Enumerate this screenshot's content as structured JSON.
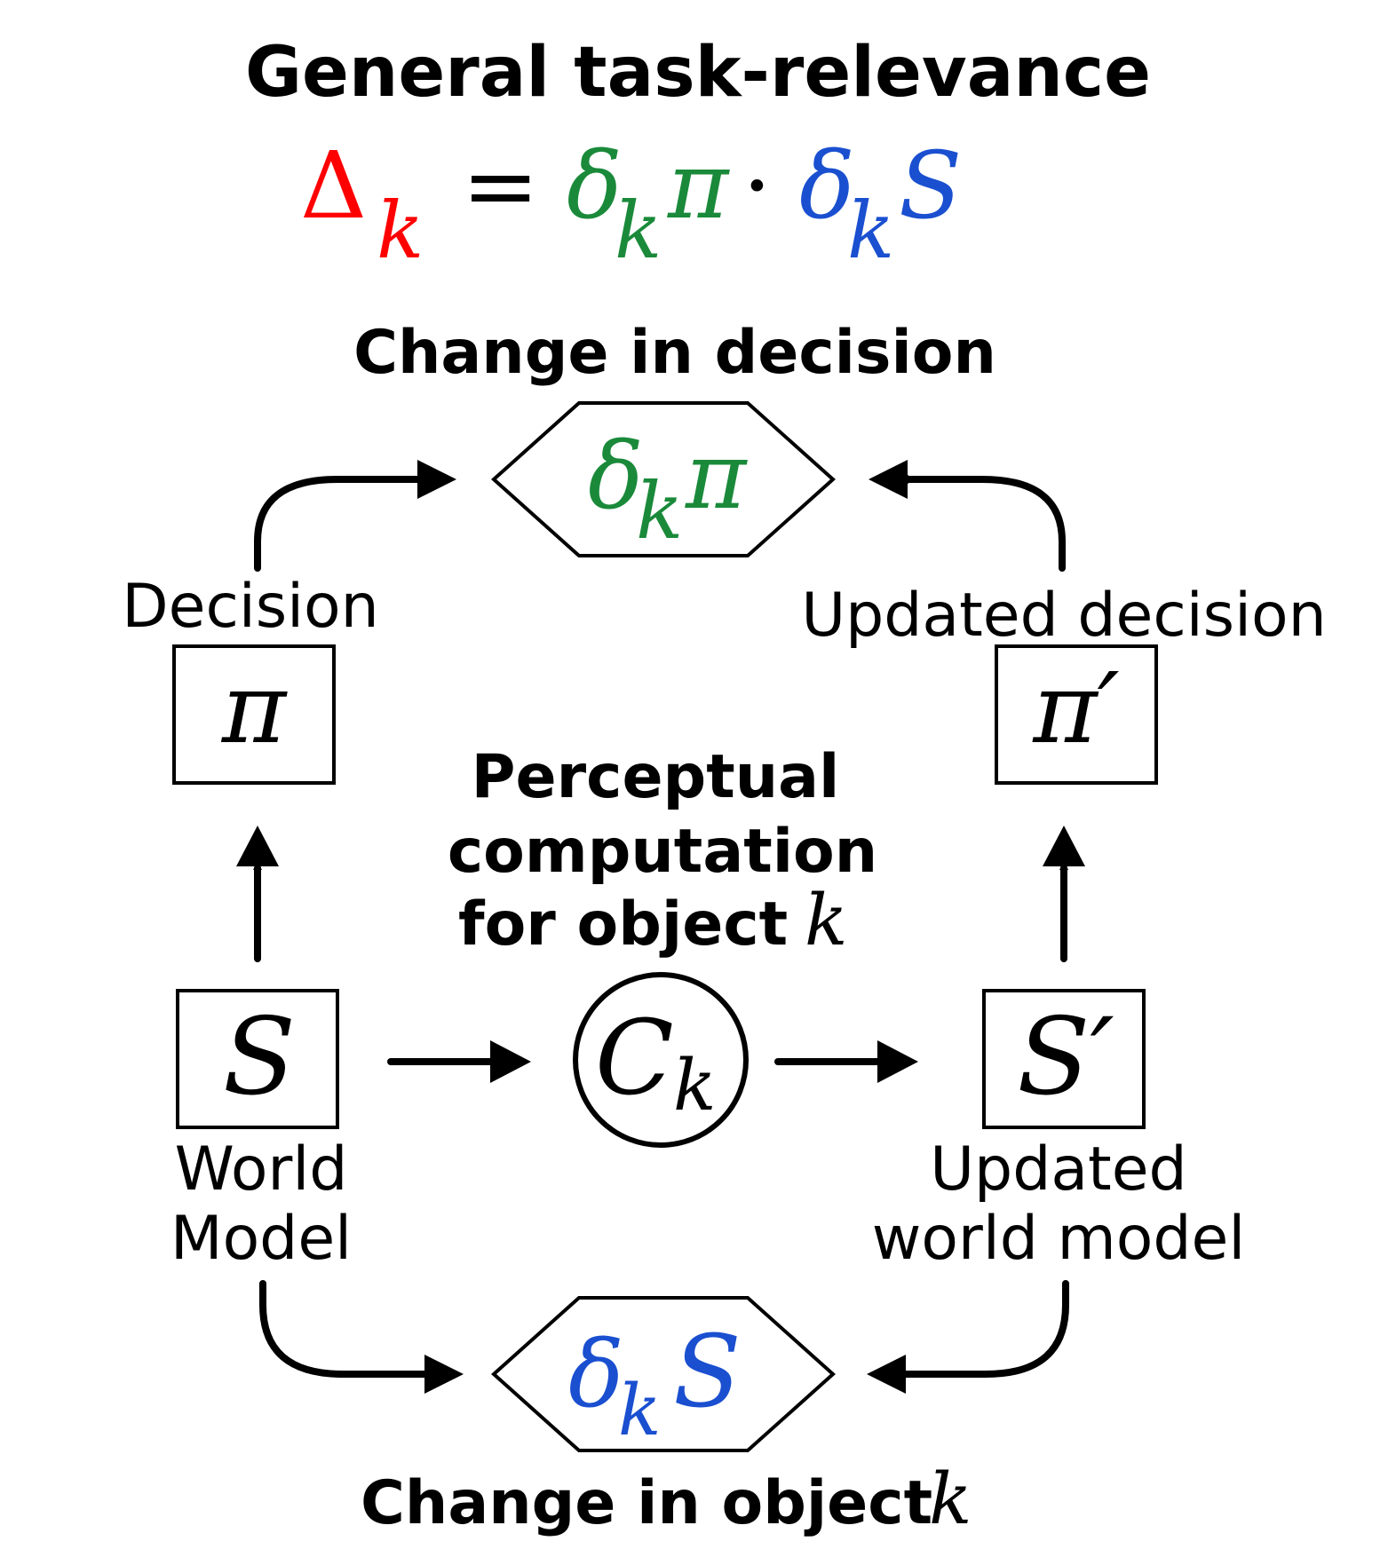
{
  "title": "General task-relevance",
  "formula": {
    "lhs_symbol": "Δ",
    "lhs_sub": "k",
    "equals": "=",
    "term1_symbol": "δ",
    "term1_sub": "k",
    "term1_var": "π",
    "dot": "·",
    "term2_symbol": "δ",
    "term2_sub": "k",
    "term2_var": "S"
  },
  "top": {
    "caption": "Change in decision",
    "hex_symbol": "δ",
    "hex_sub": "k",
    "hex_var": "π"
  },
  "decision": {
    "label": "Decision",
    "symbol": "π"
  },
  "updated_decision": {
    "label": "Updated decision",
    "symbol": "π′"
  },
  "center": {
    "line1": "Perceptual",
    "line2": "computation",
    "line3_text": "for object ",
    "line3_var": "k",
    "node_symbol": "C",
    "node_sub": "k"
  },
  "world_model": {
    "symbol": "S",
    "label_line1": "World",
    "label_line2": "Model"
  },
  "updated_world_model": {
    "symbol": "S′",
    "label_line1": "Updated",
    "label_line2": "world model"
  },
  "bottom": {
    "caption_text": "Change in object ",
    "caption_var": "k",
    "hex_symbol": "δ",
    "hex_sub": "k",
    "hex_var": "S"
  },
  "colors": {
    "delta_red": "#ff0000",
    "pi_green": "#1a8a3a",
    "s_blue": "#1a4fd0",
    "ink": "#000000"
  }
}
